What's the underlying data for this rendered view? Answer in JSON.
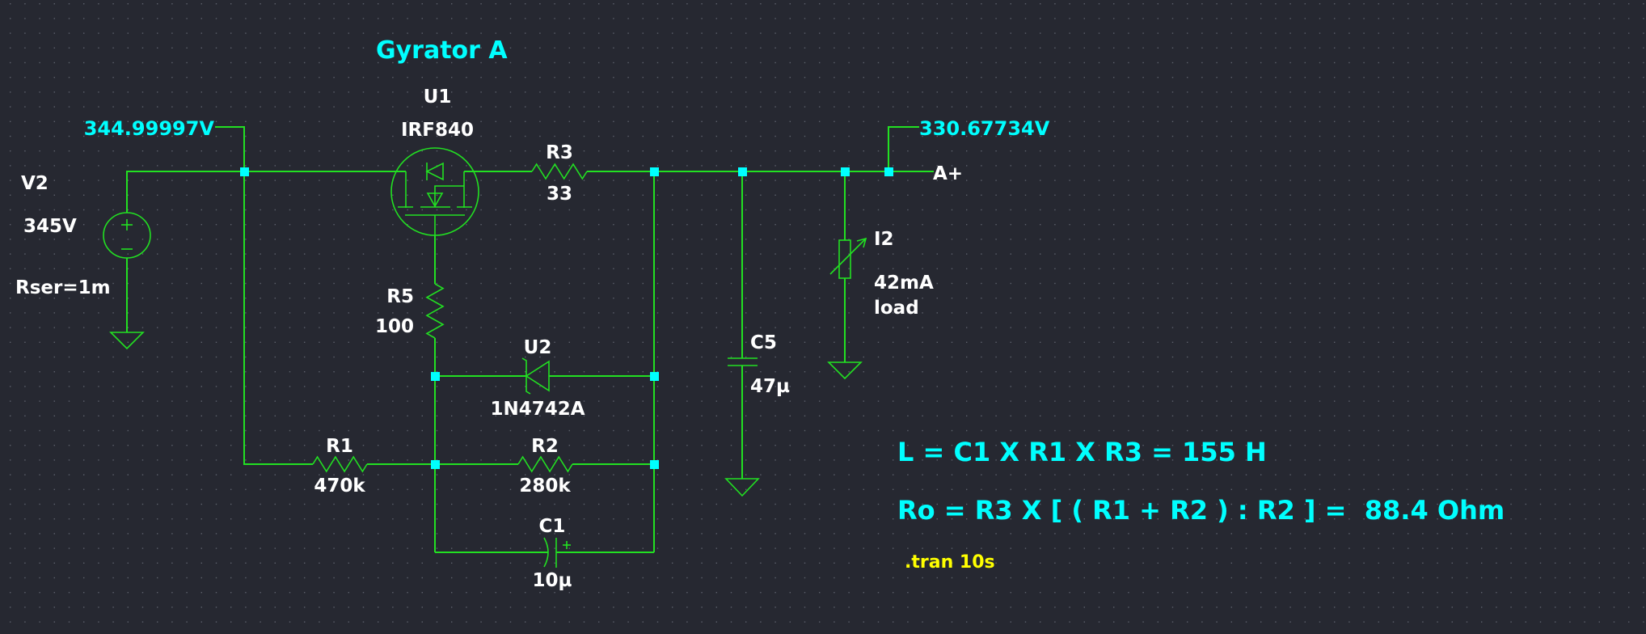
{
  "schematic": {
    "title": "Gyrator A",
    "colors": {
      "background": "#262831",
      "wire": "#22e022",
      "junction": "#00ffff",
      "label": "#ffffff",
      "probe": "#00ffff",
      "directive": "#ffff00"
    },
    "components": {
      "V2": {
        "ref": "V2",
        "value": "345V",
        "extra": "Rser=1m",
        "type": "voltage-source"
      },
      "U1": {
        "ref": "U1",
        "value": "IRF840",
        "type": "n-mosfet"
      },
      "R3": {
        "ref": "R3",
        "value": "33",
        "type": "resistor"
      },
      "R5": {
        "ref": "R5",
        "value": "100",
        "type": "resistor"
      },
      "U2": {
        "ref": "U2",
        "value": "1N4742A",
        "type": "zener-diode"
      },
      "R1": {
        "ref": "R1",
        "value": "470k",
        "type": "resistor"
      },
      "R2": {
        "ref": "R2",
        "value": "280k",
        "type": "resistor"
      },
      "C1": {
        "ref": "C1",
        "value": "10µ",
        "type": "polarized-capacitor"
      },
      "C5": {
        "ref": "C5",
        "value": "47µ",
        "type": "capacitor"
      },
      "I2": {
        "ref": "I2",
        "value": "42mA",
        "extra": "load",
        "type": "current-source"
      }
    },
    "net_labels": {
      "output": "A+"
    },
    "probes": {
      "input_voltage": "344.99997V",
      "output_voltage": "330.67734V"
    },
    "annotations": {
      "inductance": "L = C1 X R1 X R3 = 155 H",
      "output_resistance": "Ro = R3 X [ ( R1 + R2 ) : R2 ] =  88.4 Ohm"
    },
    "directive": ".tran 10s"
  }
}
